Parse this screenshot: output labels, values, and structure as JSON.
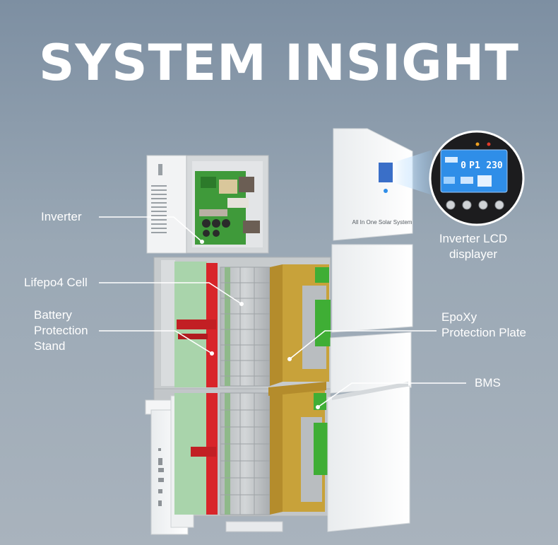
{
  "title": "SYSTEM INSIGHT",
  "labels": {
    "inverter": "Inverter",
    "lifepo4_cell": "Lifepo4 Cell",
    "battery_stand": "Battery\nProtection\nStand",
    "inverter_lcd": "Inverter LCD\ndisplayer",
    "epoxy_plate": "EpoXy\nProtection Plate",
    "bms": "BMS"
  },
  "device": {
    "brand_text": "All In One Solar System"
  },
  "lcd": {
    "readout_left": "0",
    "readout_code": "P1",
    "readout_value": "230"
  },
  "colors": {
    "pcb_green": "#3f9a3a",
    "stand_red": "#d8252a",
    "cell_green": "#a9d4ab",
    "epoxy_gold": "#c8a23a",
    "bms_green": "#3fae35",
    "lcd_blue": "#2f8ee8"
  }
}
